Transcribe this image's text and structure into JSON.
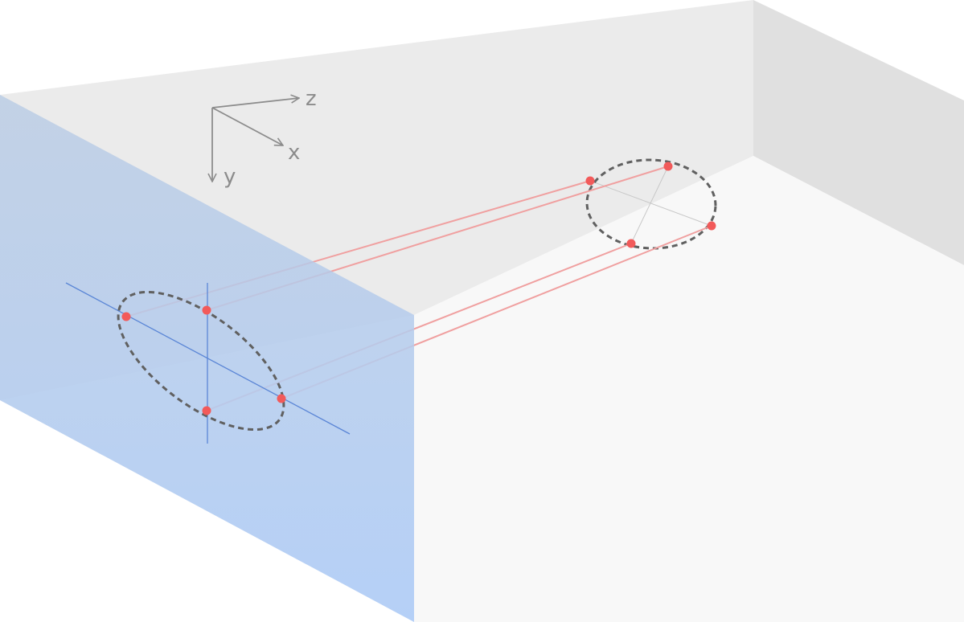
{
  "axes": {
    "z_label": "z",
    "x_label": "x",
    "y_label": "y",
    "axis_color": "#8c8c8c"
  },
  "colors": {
    "back_wall": "#ebebeb",
    "right_wall": "#e0e0e0",
    "floor": "#f8f8f8",
    "projection_plane_top": "#b5c9e4",
    "projection_plane_bottom": "#b5d0f7",
    "projection_ray": "#f0a0a0",
    "point": "#f25a5a",
    "ellipse_outline": "#606060",
    "plane_axis_line": "#5b86d6",
    "chord_line": "#c8c8c8"
  },
  "projection": {
    "point_count": 4
  }
}
